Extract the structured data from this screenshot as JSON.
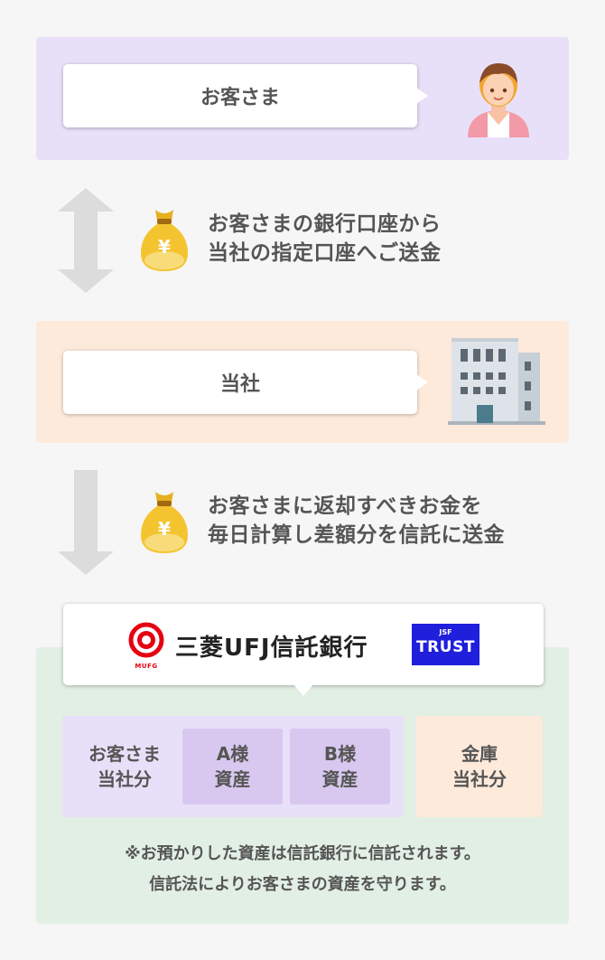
{
  "customer": {
    "label": "お客さま"
  },
  "flow1": {
    "line1": "お客さまの銀行口座から",
    "line2": "当社の指定口座へご送金"
  },
  "company": {
    "label": "当社"
  },
  "flow2": {
    "line1": "お客さまに返却すべきお金を",
    "line2": "毎日計算し差額分を信託に送金"
  },
  "bank": {
    "name": "三菱UFJ信託銀行",
    "mufg_logo_text": "MUFG",
    "jsf_logo_top": "JSF",
    "jsf_logo_main": "TRUST"
  },
  "trust": {
    "customer_part": {
      "line1": "お客さま",
      "line2": "当社分"
    },
    "asset_a": {
      "line1": "A様",
      "line2": "資産"
    },
    "asset_b": {
      "line1": "B様",
      "line2": "資産"
    },
    "vault": {
      "line1": "金庫",
      "line2": "当社分"
    }
  },
  "note": {
    "line1": "※お預かりした資産は信託銀行に信託されます。",
    "line2": "信託法によりお客さまの資産を守ります。"
  },
  "colors": {
    "customer_bg": "#e8e0f8",
    "company_bg": "#fdeadb",
    "trust_bg": "#e2efe4",
    "asset_bg": "#d8c8ef",
    "arrow": "#dcdcdc",
    "money_bag": "#f4c430",
    "jsf_blue": "#1f1fdc",
    "mufg_red": "#e60012"
  },
  "icons": [
    "person-icon",
    "money-bag-icon",
    "building-icon",
    "mufg-logo",
    "jsf-trust-logo",
    "double-arrow-icon",
    "down-arrow-icon"
  ]
}
